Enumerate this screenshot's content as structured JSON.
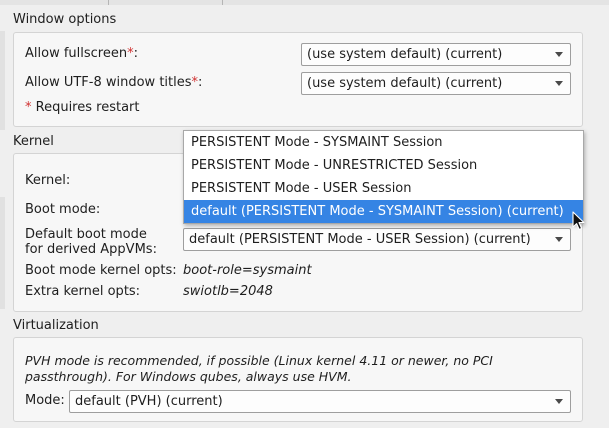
{
  "window_options": {
    "title": "Window options",
    "fullscreen": {
      "label": "Allow fullscreen",
      "asterisk": "*",
      "colon": ":",
      "value": "(use system default) (current)"
    },
    "utf8": {
      "label": "Allow UTF-8 window titles",
      "asterisk": "*",
      "colon": ":",
      "value": "(use system default) (current)"
    },
    "restart_note": {
      "asterisk": "*",
      "text": " Requires restart"
    }
  },
  "kernel": {
    "title": "Kernel",
    "kernel_label": "Kernel:",
    "boot_mode_label": "Boot mode:",
    "default_boot_mode_label_line1": "Default boot mode",
    "default_boot_mode_label_line2": "for derived AppVMs:",
    "default_boot_mode_value": "default (PERSISTENT Mode - USER Session) (current)",
    "boot_mode_kernel_opts_label": "Boot mode kernel opts:",
    "boot_mode_kernel_opts_value": "boot-role=sysmaint",
    "extra_kernel_opts_label": "Extra kernel opts:",
    "extra_kernel_opts_value": "swiotlb=2048"
  },
  "boot_mode_popup": {
    "options": [
      "PERSISTENT Mode - SYSMAINT Session",
      "PERSISTENT Mode - UNRESTRICTED Session",
      "PERSISTENT Mode - USER Session",
      "default (PERSISTENT Mode - SYSMAINT Session) (current)"
    ],
    "selected_index": 3
  },
  "virtualization": {
    "title": "Virtualization",
    "note_line1": "PVH mode is recommended, if possible (Linux kernel 4.11 or newer, no PCI",
    "note_line2": "passthrough). For Windows qubes, always use HVM.",
    "mode_label": "Mode:",
    "mode_value": "default (PVH) (current)"
  },
  "colors": {
    "accent": "#3584e4",
    "required": "#d03030"
  },
  "icons": {
    "dropdown": "chevron-down-icon",
    "cursor": "mouse-pointer-icon"
  }
}
